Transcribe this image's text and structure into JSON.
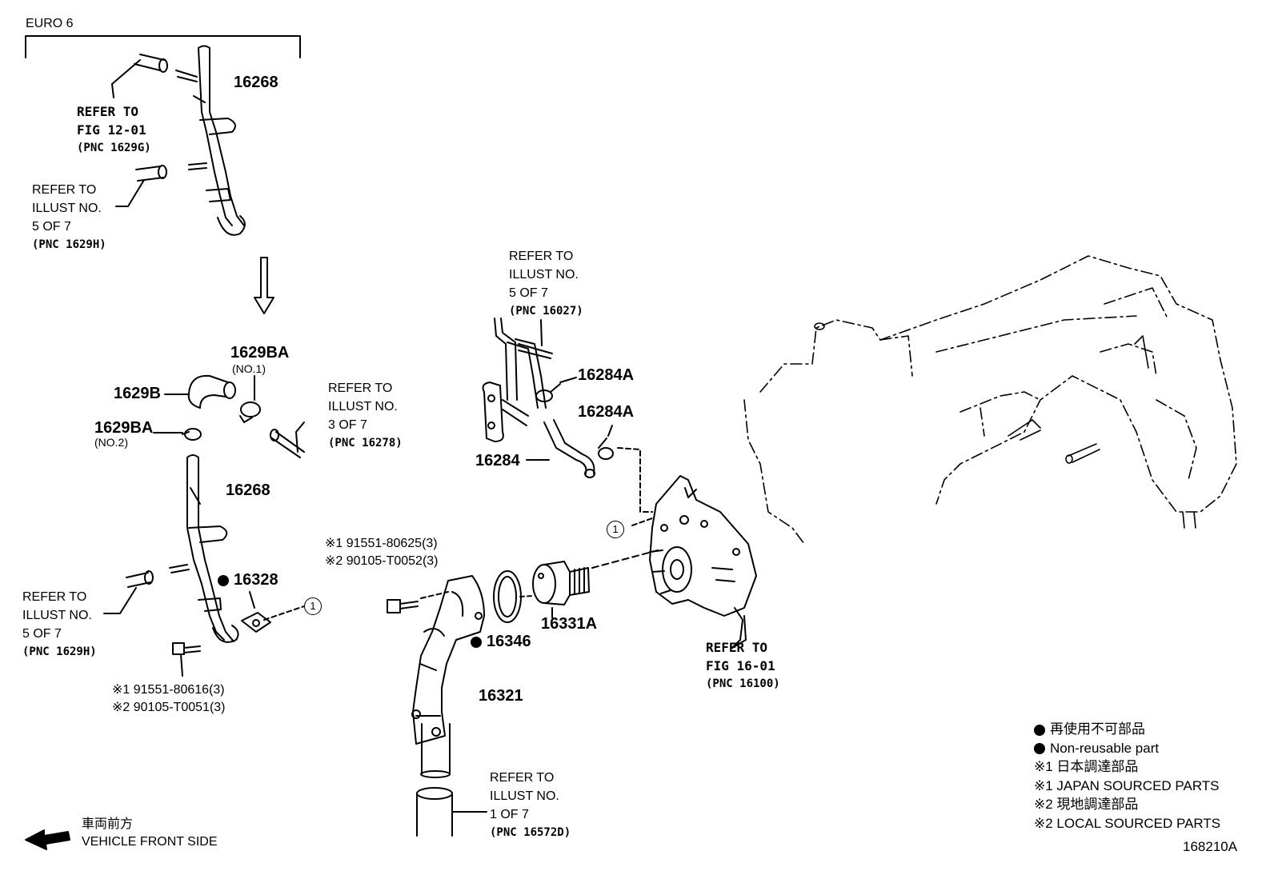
{
  "euro_label": "EURO 6",
  "refs": {
    "fig12": {
      "l1": "REFER TO",
      "l2": "FIG 12-01",
      "pnc": "(PNC 1629G)"
    },
    "illust5_top": {
      "l1": "REFER TO",
      "l2": "ILLUST NO.",
      "l3": "5 OF 7",
      "pnc": "(PNC 1629H)"
    },
    "illust3": {
      "l1": "REFER TO",
      "l2": "ILLUST NO.",
      "l3": "3 OF 7",
      "pnc": "(PNC 16278)"
    },
    "illust5_bottom": {
      "l1": "REFER TO",
      "l2": "ILLUST NO.",
      "l3": "5 OF 7",
      "pnc": "(PNC 1629H)"
    },
    "illust5_mid": {
      "l1": "REFER TO",
      "l2": "ILLUST NO.",
      "l3": "5 OF 7",
      "pnc": "(PNC 16027)"
    },
    "fig16": {
      "l1": "REFER TO",
      "l2": "FIG 16-01",
      "pnc": "(PNC 16100)"
    },
    "illust1": {
      "l1": "REFER TO",
      "l2": "ILLUST NO.",
      "l3": "1 OF 7",
      "pnc": "(PNC 16572D)"
    }
  },
  "parts": {
    "p16268_top": "16268",
    "p1629BA_1": "1629BA",
    "p1629BA_1_sub": "(NO.1)",
    "p1629B": "1629B",
    "p1629BA_2": "1629BA",
    "p1629BA_2_sub": "(NO.2)",
    "p16268_bottom": "16268",
    "p16328": "16328",
    "p16284A_1": "16284A",
    "p16284A_2": "16284A",
    "p16284": "16284",
    "p16346": "16346",
    "p16331A": "16331A",
    "p16321": "16321"
  },
  "bolts": {
    "b1_l1": "※1 91551-80616(3)",
    "b1_l2": "※2 90105-T0051(3)",
    "b2_l1": "※1 91551-80625(3)",
    "b2_l2": "※2 90105-T0052(3)"
  },
  "circle_marker": "1",
  "vehicle_front": {
    "jp": "車両前方",
    "en": "VEHICLE FRONT SIDE"
  },
  "legend": {
    "l1": "再使用不可部品",
    "l2": "Non-reusable part",
    "l3": "※1 日本調達部品",
    "l4": "※1 JAPAN SOURCED PARTS",
    "l5": "※2 現地調達部品",
    "l6": "※2 LOCAL SOURCED PARTS"
  },
  "diagram_id": "168210A"
}
